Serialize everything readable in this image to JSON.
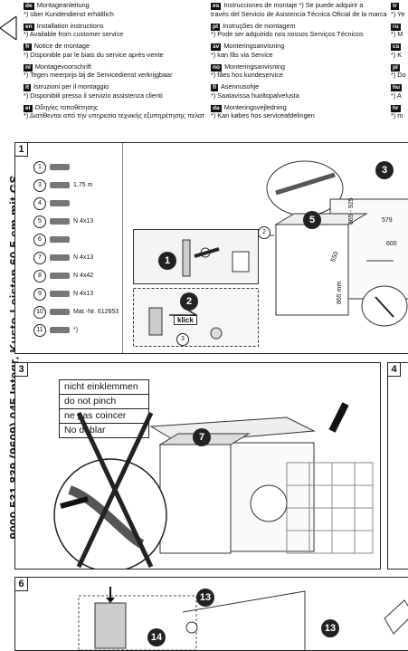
{
  "header_left": [
    {
      "code": "de",
      "line1": "Montageanleitung",
      "line2": "*) über Kundendienst erhältlich"
    },
    {
      "code": "en",
      "line1": "Installation instructions",
      "line2": "*) Available from customer service"
    },
    {
      "code": "fr",
      "line1": "Notice de montage",
      "line2": "*) Disponible par le biais du service après-vente"
    },
    {
      "code": "nl",
      "line1": "Montagevoorschrift",
      "line2": "*) Tegen meerprijs bij de Servicedienst verkrijgbaar"
    },
    {
      "code": "it",
      "line1": "Istruzioni per il montaggio",
      "line2": "*) Disponibili presso il servizio assistenza clienti"
    },
    {
      "code": "el",
      "line1": "Οδηγίες τοποθέτησης",
      "line2": "*) Διατίθενται από την υπηρεσία τεχνικής εξυπηρέτησης πελατών"
    }
  ],
  "header_right": [
    {
      "code": "es",
      "line1": "Instrucciones de montaje   *) Se puede adquirir a",
      "line2": "través del Servicio de Asistencia Técnica Oficial de la marca"
    },
    {
      "code": "pt",
      "line1": "Instruções de montagem",
      "line2": "*) Pode ser adquirido nos nossos Serviços Técnicos"
    },
    {
      "code": "sv",
      "line1": "Monteringsanvisning",
      "line2": "*) kan fås via Service"
    },
    {
      "code": "no",
      "line1": "Monteringsanvisning",
      "line2": "*) fåes hos kundeservice"
    },
    {
      "code": "fi",
      "line1": "Asennusohje",
      "line2": "*) Saatavissa huoltopalvelusta"
    },
    {
      "code": "da",
      "line1": "Monteringsvejledning",
      "line2": "*) Kan købes hos serviceafdelingen"
    }
  ],
  "header_edge": [
    {
      "code": "tr",
      "line2": "*) Ye"
    },
    {
      "code": "ru",
      "line2": "*) M"
    },
    {
      "code": "cs",
      "line2": "*) K"
    },
    {
      "code": "pl",
      "line2": "*) Do"
    },
    {
      "code": "hu",
      "line2": "*) A"
    },
    {
      "code": "hr",
      "line2": "*) m"
    }
  ],
  "vertical_title": "9000 531 839 (9609) 045 Integr. Kusto-Leisten 60,5 cm mit GS",
  "panels": {
    "p1": "1",
    "p3": "3",
    "p4": "4",
    "p6": "6"
  },
  "parts": [
    {
      "n": "1",
      "label": ""
    },
    {
      "n": "3",
      "label": "1,75 m"
    },
    {
      "n": "4",
      "label": ""
    },
    {
      "n": "5",
      "label": "N 4x13"
    },
    {
      "n": "6",
      "label": ""
    },
    {
      "n": "7",
      "label": "N 4x13"
    },
    {
      "n": "8",
      "label": "N 4x42"
    },
    {
      "n": "9",
      "label": "N 4x13"
    },
    {
      "n": "10",
      "label": "Mat.-Nr. 612653"
    },
    {
      "n": "11",
      "label": "*)"
    }
  ],
  "dims": {
    "d1": "865 - 925",
    "d2": "579",
    "d3": "600",
    "d4": "550",
    "d5": "865 mm"
  },
  "klick": "klick",
  "steps": {
    "s1": "1",
    "s2": "2",
    "s3": "3",
    "s5": "5",
    "s7": "7",
    "s13a": "13",
    "s13b": "13",
    "s14": "14"
  },
  "warning": [
    "nicht einklemmen",
    "do not pinch",
    "ne pas coincer",
    "No doblar"
  ]
}
